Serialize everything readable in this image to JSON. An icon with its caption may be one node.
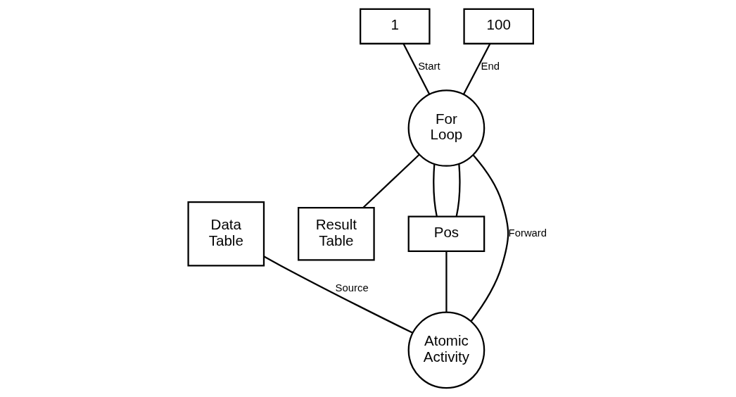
{
  "diagram": {
    "nodes": [
      {
        "text": [
          "Data Table"
        ]
      },
      {
        "text": [
          "1"
        ]
      },
      {
        "text": [
          "100"
        ]
      },
      {
        "text": [
          "For Loop"
        ]
      },
      {
        "text": [
          "Result Table"
        ]
      },
      {
        "text": [
          "Pos"
        ]
      },
      {
        "text": [
          "Atomic Activity"
        ]
      }
    ],
    "edges": [
      {
        "from": 0,
        "to": 6,
        "arrow": "none",
        "label": "Source"
      },
      {
        "from": 1,
        "to": 3,
        "arrow": "none",
        "label": "Start"
      },
      {
        "from": 2,
        "to": 3,
        "arrow": "none",
        "label": "End"
      },
      {
        "from": 3,
        "to": 4,
        "arrow": "none"
      },
      {
        "from": 3,
        "to": 5,
        "arrow": "none"
      },
      {
        "from": 3,
        "to": 5,
        "arrow": "none"
      },
      {
        "from": 5,
        "to": 6,
        "arrow": "none"
      },
      {
        "from": 3,
        "to": 6,
        "arrow": "none",
        "label": "Forward"
      }
    ]
  }
}
